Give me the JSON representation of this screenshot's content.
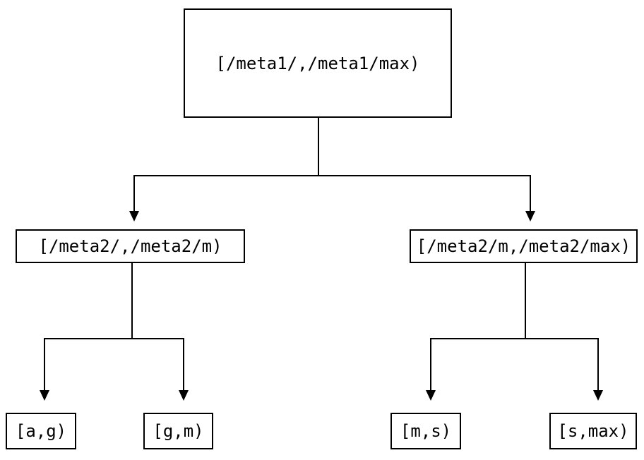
{
  "diagram": {
    "type": "binary-interval-partition-tree",
    "background_color": "#ffffff",
    "line_color": "#000000",
    "text_color": "#000000",
    "nodes": {
      "root": {
        "label": "[/meta1/,/meta1/max)"
      },
      "left": {
        "label": "[/meta2/,/meta2/m)"
      },
      "right": {
        "label": "[/meta2/m,/meta2/max)"
      },
      "left_left": {
        "label": "[a,g)"
      },
      "left_right": {
        "label": "[g,m)"
      },
      "right_left": {
        "label": "[m,s)"
      },
      "right_right": {
        "label": "[s,max)"
      }
    },
    "edges": [
      {
        "from": "root",
        "to": "left"
      },
      {
        "from": "root",
        "to": "right"
      },
      {
        "from": "left",
        "to": "left_left"
      },
      {
        "from": "left",
        "to": "left_right"
      },
      {
        "from": "right",
        "to": "right_left"
      },
      {
        "from": "right",
        "to": "right_right"
      }
    ]
  }
}
